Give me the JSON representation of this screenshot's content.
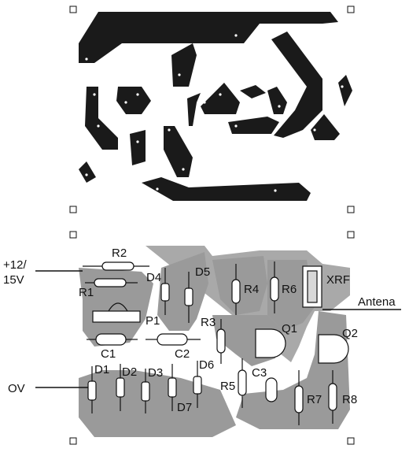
{
  "top_view": {
    "corner_marks": [
      "⌐",
      "⌐",
      "⌐",
      "⌐"
    ]
  },
  "bottom_view": {
    "corner_marks": [
      "⌐",
      "⌐",
      "⌐",
      "⌐"
    ],
    "labels": {
      "supply": "+12/",
      "supply2": "15V",
      "ground": "OV",
      "antenna": "Antena",
      "R1": "R1",
      "R2": "R2",
      "R3": "R3",
      "R4": "R4",
      "R5": "R5",
      "R6": "R6",
      "R7": "R7",
      "R8": "R8",
      "P1": "P1",
      "C1": "C1",
      "C2": "C2",
      "C3": "C3",
      "D1": "D1",
      "D2": "D2",
      "D3": "D3",
      "D4": "D4",
      "D5": "D5",
      "D6": "D6",
      "D7": "D7",
      "Q1": "Q1",
      "Q2": "Q2",
      "XRF": "XRF"
    }
  }
}
